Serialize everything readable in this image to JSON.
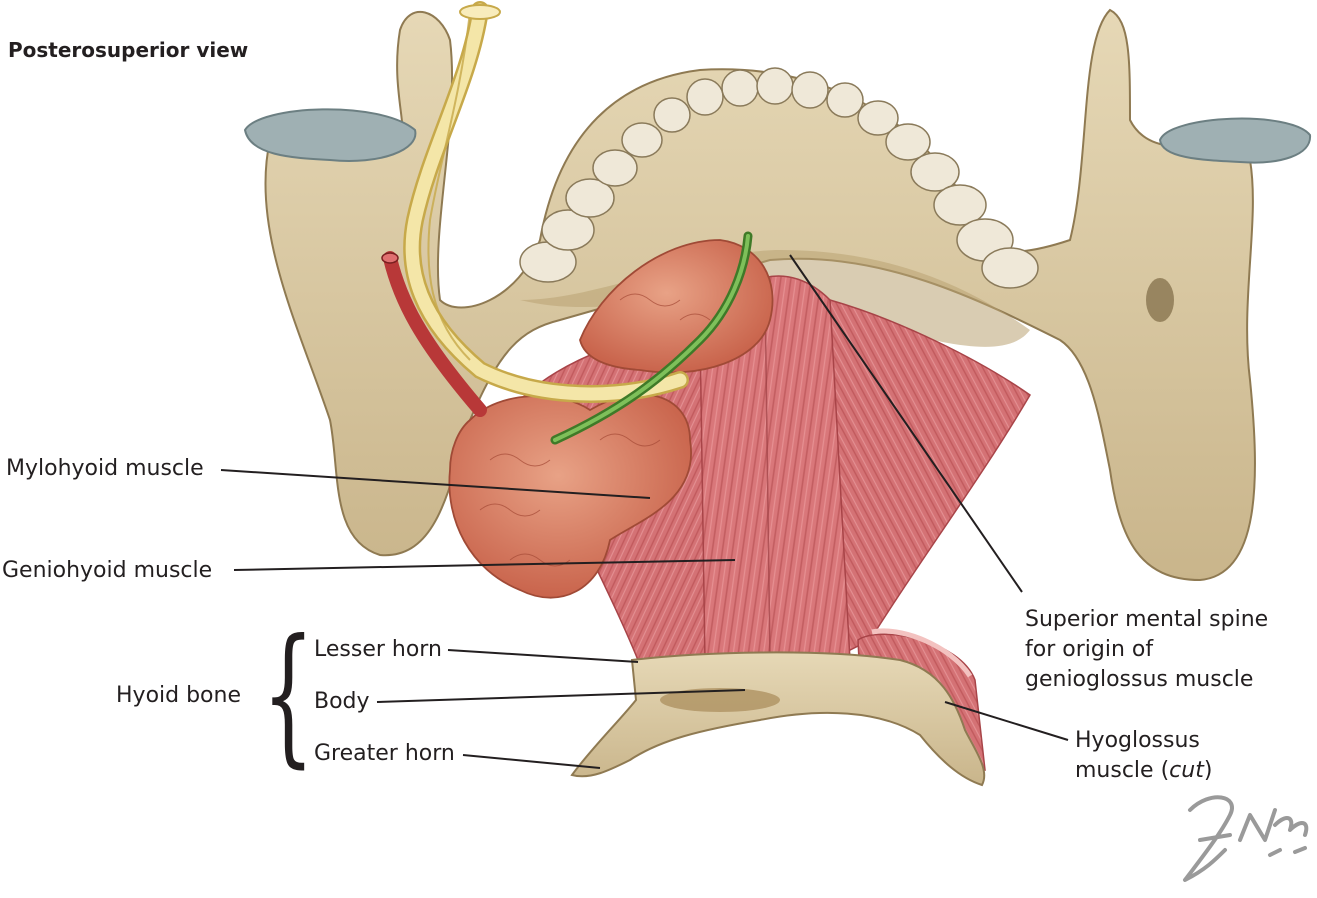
{
  "view_label": "Posterosuperior view",
  "labels": {
    "mylohyoid": "Mylohyoid muscle",
    "geniohyoid": "Geniohyoid muscle",
    "hyoid_bone": "Hyoid bone",
    "lesser_horn": "Lesser horn",
    "body": "Body",
    "greater_horn": "Greater horn",
    "superior_mental_spine": {
      "line1": "Superior mental spine",
      "line2": "for origin of",
      "line3": "genioglossus muscle"
    },
    "hyoglossus": {
      "line1": "Hyoglossus",
      "line2_prefix": "muscle (",
      "line2_italic": "cut",
      "line2_suffix": ")"
    }
  },
  "signature": "F. Netter M.D.",
  "colors": {
    "bone": "#d9c9a3",
    "bone_shadow": "#a89368",
    "cartilage": "#9fb0b3",
    "muscle": "#d9777a",
    "muscle_dark": "#b24a4e",
    "gland": "#d9826a",
    "nerve": "#f0e0a0",
    "artery": "#b83838",
    "duct": "#5a9a3a",
    "leader": "#231f20"
  }
}
